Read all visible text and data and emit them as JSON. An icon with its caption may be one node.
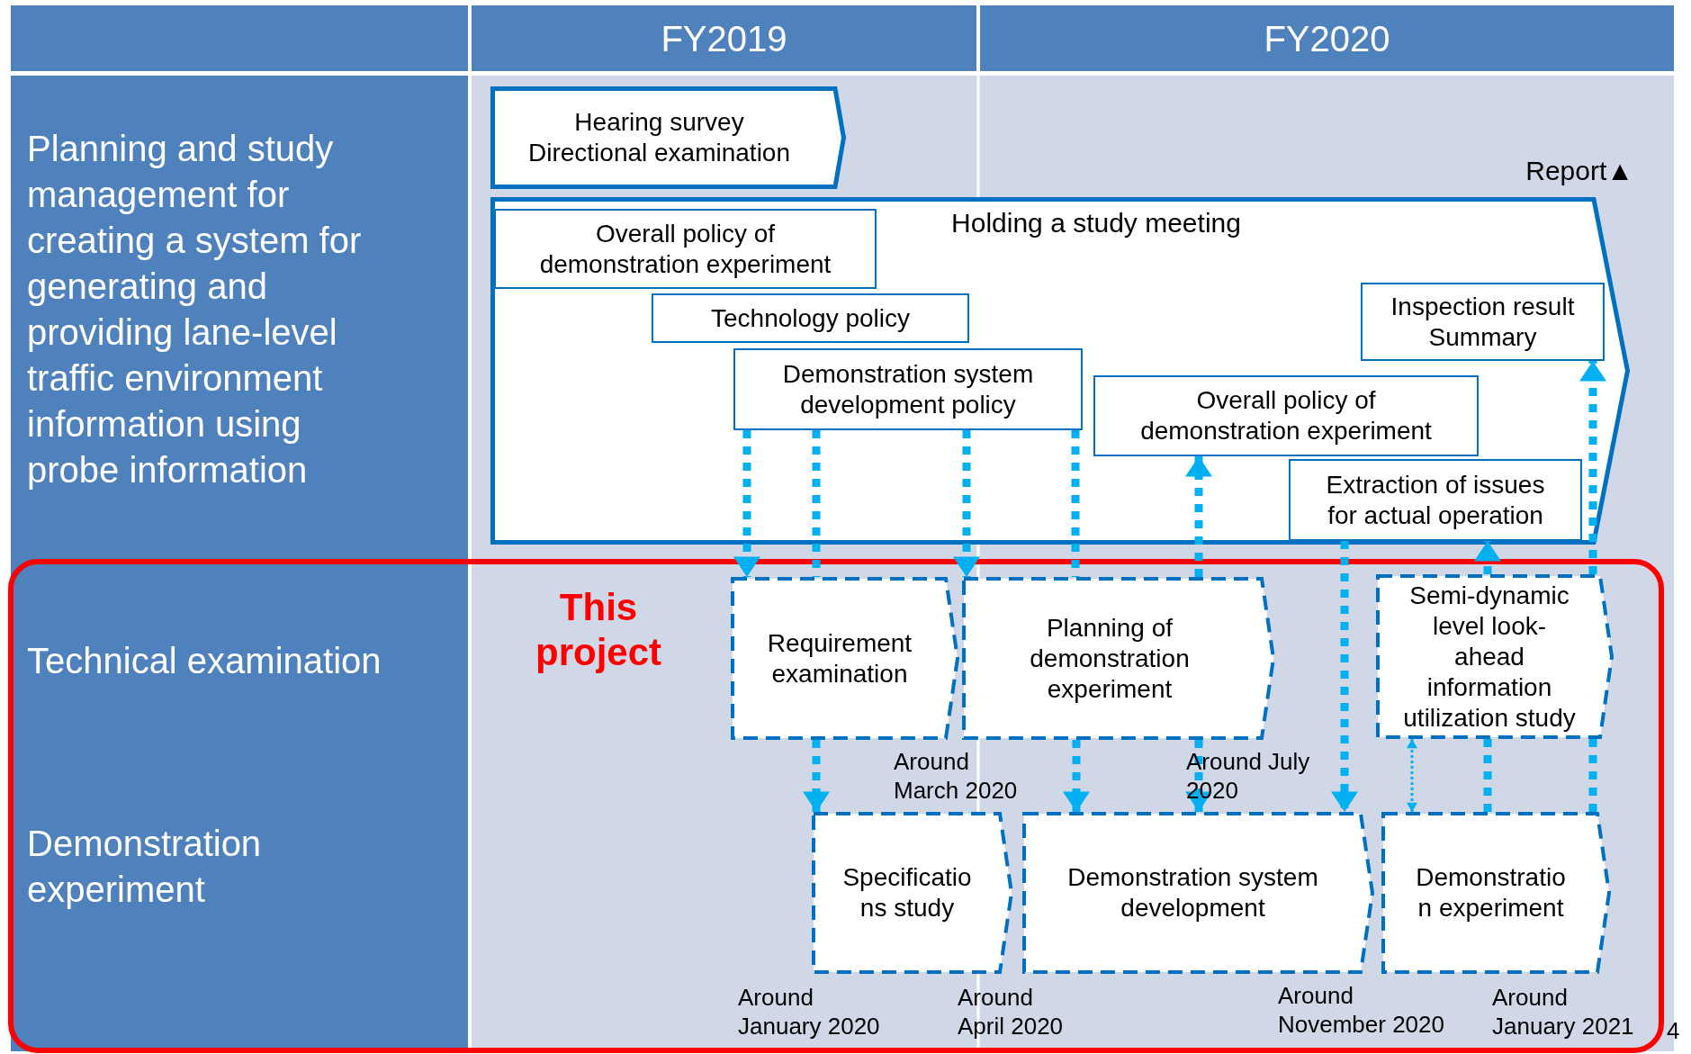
{
  "diagram": {
    "nodes": [
      {
        "text": [
          "Hearing survey Directional examination"
        ]
      },
      {
        "text": [
          "Holding a study meeting"
        ]
      },
      {
        "text": [
          "Overall policy of demonstration experiment"
        ],
        "in": 1
      },
      {
        "text": [
          "Technology policy"
        ],
        "in": 1
      },
      {
        "text": [
          "Demonstration system development policy"
        ],
        "in": 1
      },
      {
        "text": [
          "Overall policy of demonstration experiment"
        ],
        "in": 1
      },
      {
        "text": [
          "Inspection result Summary"
        ],
        "in": 1
      },
      {
        "text": [
          "Extraction of issues for actual operation"
        ],
        "in": 1
      },
      {
        "text": [
          "Requirement examination"
        ]
      },
      {
        "text": [
          "Planning of demonstration experiment"
        ]
      },
      {
        "text": [
          "Semi-dynamic level look- ahead information utilization study"
        ]
      },
      {
        "text": [
          "Specificatio ns study"
        ]
      },
      {
        "text": [
          "Demonstration system development"
        ]
      },
      {
        "text": [
          "Demonstratio n experiment"
        ]
      }
    ],
    "edges": [
      {
        "from": 4,
        "to": 8,
        "arrow": "to",
        "style": "dashed"
      },
      {
        "from": 4,
        "to": 8,
        "arrow": "none",
        "style": "dashed"
      },
      {
        "from": 8,
        "to": 11,
        "arrow": "to",
        "style": "dashed"
      },
      {
        "from": 4,
        "to": 9,
        "arrow": "to",
        "style": "dashed"
      },
      {
        "from": 4,
        "to": 9,
        "arrow": "none",
        "style": "dashed"
      },
      {
        "from": 9,
        "to": 12,
        "arrow": "to",
        "style": "dashed"
      },
      {
        "from": 9,
        "to": 5,
        "arrow": "to",
        "style": "dashed"
      },
      {
        "from": 9,
        "to": 12,
        "arrow": "to",
        "style": "dashed"
      },
      {
        "from": 7,
        "to": 12,
        "arrow": "to",
        "style": "dashed"
      },
      {
        "from": 10,
        "to": 7,
        "arrow": "to",
        "style": "dashed"
      },
      {
        "from": 13,
        "to": 10,
        "arrow": "none",
        "style": "dashed"
      },
      {
        "from": 10,
        "to": 13,
        "arrow": "both",
        "style": "dashed"
      },
      {
        "from": 13,
        "to": 10,
        "arrow": "none",
        "style": "dashed"
      },
      {
        "from": 10,
        "to": 6,
        "arrow": "to",
        "style": "dashed"
      }
    ],
    "labels": [
      "FY2019",
      "FY2020",
      "Planning and study management for creating a system for generating and providing lane-level traffic environment information using probe information",
      "Report▲",
      "This project",
      "Technical examination",
      "Around March 2020",
      "Around July 2020",
      "Demonstration experiment",
      "Around January 2020",
      "Around April 2020",
      "Around November 2020",
      "Around January 2021",
      "4"
    ]
  }
}
